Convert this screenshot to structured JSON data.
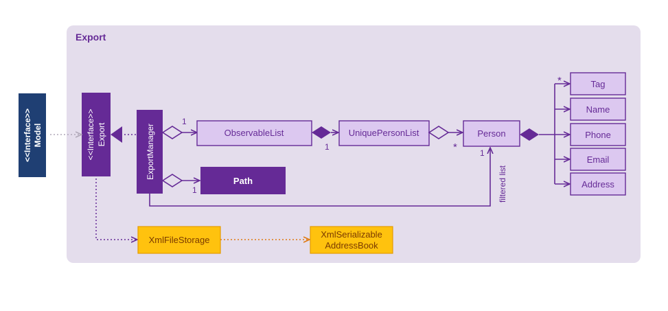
{
  "package": {
    "title": "Export"
  },
  "model_interface": {
    "stereotype": "<<Interface>>",
    "name": "Model"
  },
  "export_interface": {
    "stereotype": "<<Interface>>",
    "name": "Export"
  },
  "export_manager": {
    "name": "ExportManager"
  },
  "classes": {
    "observable_list": "ObservableList",
    "unique_person_list": "UniquePersonList",
    "person": "Person",
    "path": "Path",
    "xml_file_storage": "XmlFileStorage",
    "xml_serializable_line1": "XmlSerializable",
    "xml_serializable_line2": "AddressBook"
  },
  "attributes": [
    "Tag",
    "Name",
    "Phone",
    "Email",
    "Address"
  ],
  "multiplicities": {
    "manager_observable": "1",
    "manager_path": "1",
    "observable_unique": "1",
    "unique_person": "*",
    "person_filtered": "1",
    "person_tag": "*"
  },
  "edge_labels": {
    "filtered_list": "filtered list"
  },
  "colors": {
    "package_bg": "#e4ddec",
    "dark_purple": "#652a96",
    "light_purple_fill": "#dcc8f0",
    "model_blue": "#1f3f73",
    "orange_fill": "#ffc20e",
    "orange_border": "#e59b00",
    "orange_text": "#7a3a00",
    "orange_arrow": "#e07a10",
    "grey_arrow": "#b0a8b8"
  }
}
